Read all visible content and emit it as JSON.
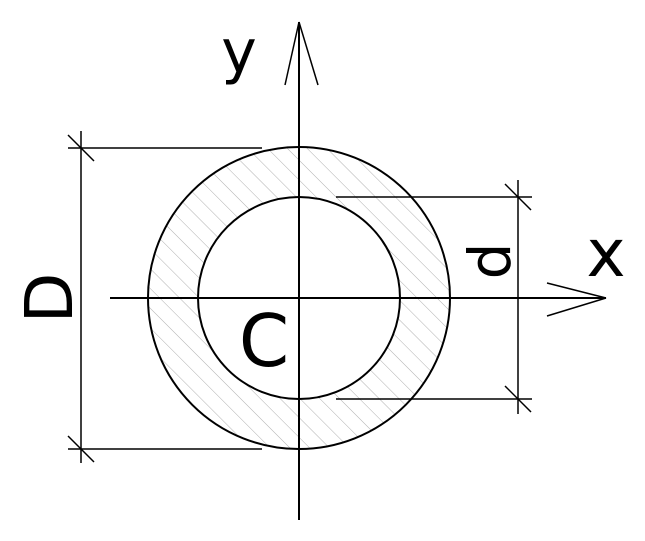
{
  "labels": {
    "y_axis": "y",
    "x_axis": "x",
    "centroid": "C",
    "outer_diameter": "D",
    "inner_diameter": "d"
  },
  "colors": {
    "line": "#000000",
    "hatch": "#b0b0b0",
    "background": "#ffffff"
  }
}
